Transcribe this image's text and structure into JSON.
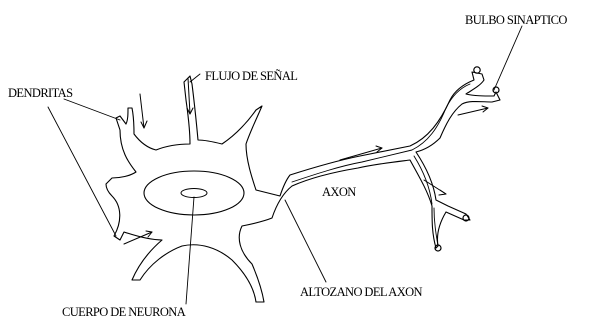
{
  "labels": {
    "dendritas": "DENDRITAS",
    "flujo": "FLUJO DE SEÑAL",
    "bulbo": "BULBO SINAPTICO",
    "axon": "AXON",
    "altozano": "ALTOZANO DEL AXON",
    "cuerpo": "CUERPO DE NEURONA"
  },
  "colors": {
    "stroke": "#000000",
    "background": "#ffffff"
  }
}
